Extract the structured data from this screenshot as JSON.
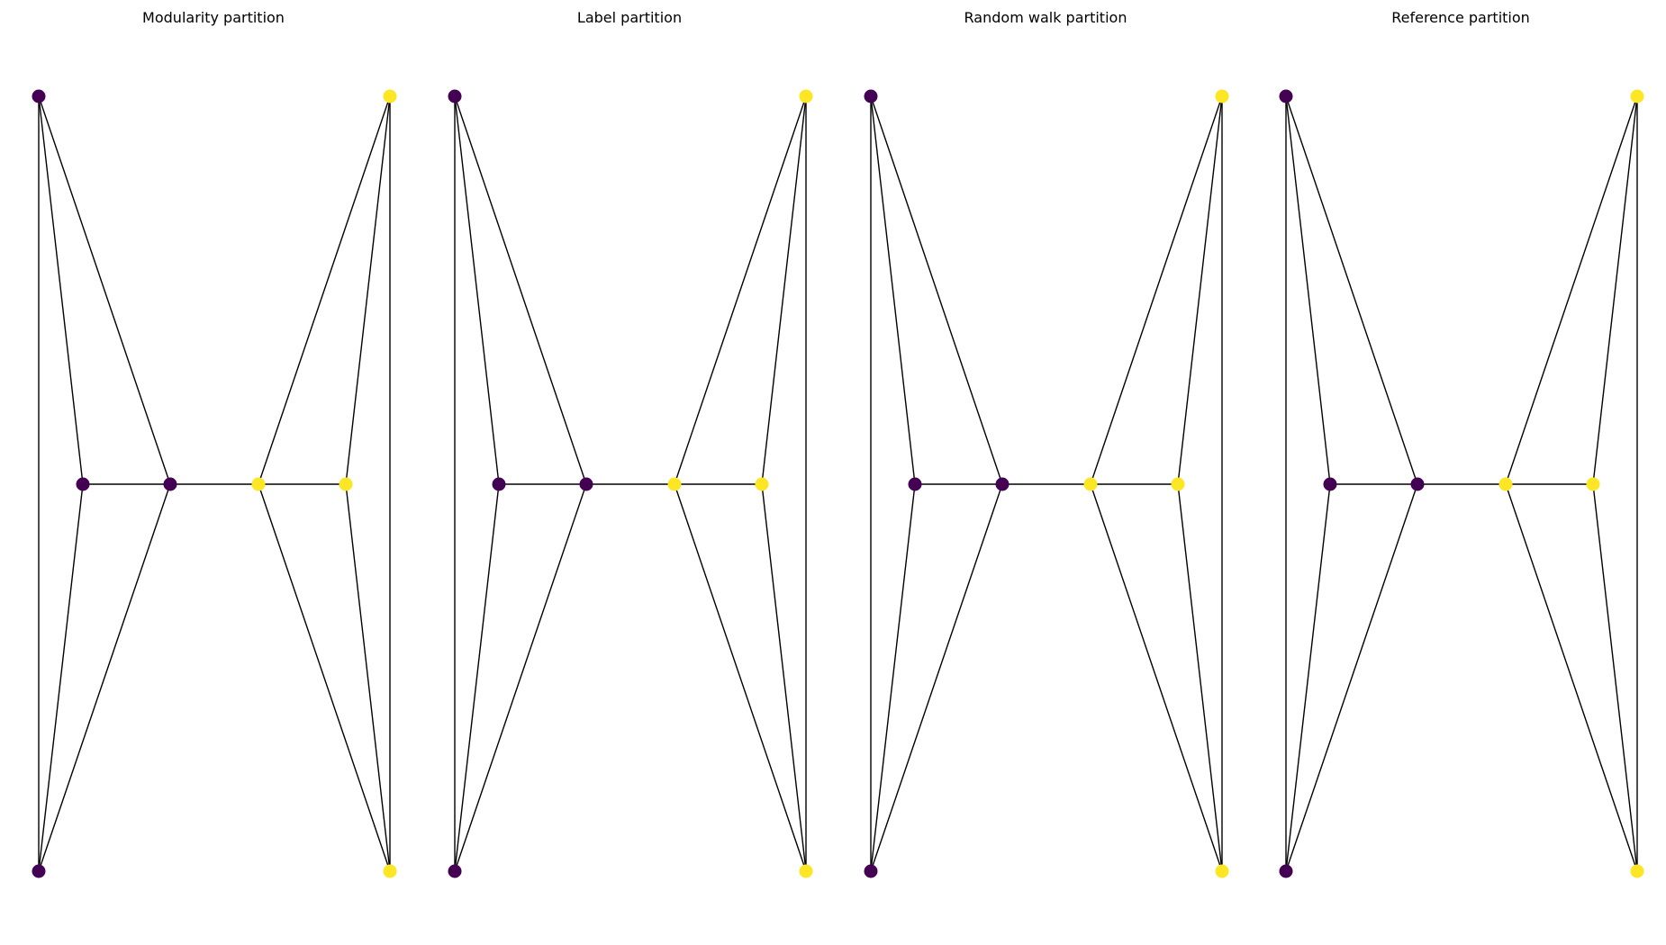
{
  "colors": {
    "group_a": "#440154",
    "group_b": "#fde725",
    "edge": "#000000"
  },
  "graph": {
    "nodes": [
      "n0",
      "n1",
      "n2",
      "n3",
      "n4",
      "n5",
      "n6",
      "n7"
    ],
    "edges": [
      [
        "n0",
        "n1"
      ],
      [
        "n0",
        "n2"
      ],
      [
        "n0",
        "n3"
      ],
      [
        "n1",
        "n2"
      ],
      [
        "n1",
        "n3"
      ],
      [
        "n2",
        "n3"
      ],
      [
        "n2",
        "n4"
      ],
      [
        "n4",
        "n5"
      ],
      [
        "n4",
        "n6"
      ],
      [
        "n4",
        "n7"
      ],
      [
        "n5",
        "n6"
      ],
      [
        "n5",
        "n7"
      ],
      [
        "n6",
        "n7"
      ]
    ]
  },
  "panels": [
    {
      "title": "Modularity partition",
      "partition": [
        0,
        0,
        0,
        0,
        1,
        1,
        1,
        1
      ]
    },
    {
      "title": "Label partition",
      "partition": [
        0,
        0,
        0,
        0,
        1,
        1,
        1,
        1
      ]
    },
    {
      "title": "Random walk partition",
      "partition": [
        0,
        0,
        0,
        0,
        1,
        1,
        1,
        1
      ]
    },
    {
      "title": "Reference partition",
      "partition": [
        0,
        0,
        0,
        0,
        1,
        1,
        1,
        1
      ]
    }
  ]
}
